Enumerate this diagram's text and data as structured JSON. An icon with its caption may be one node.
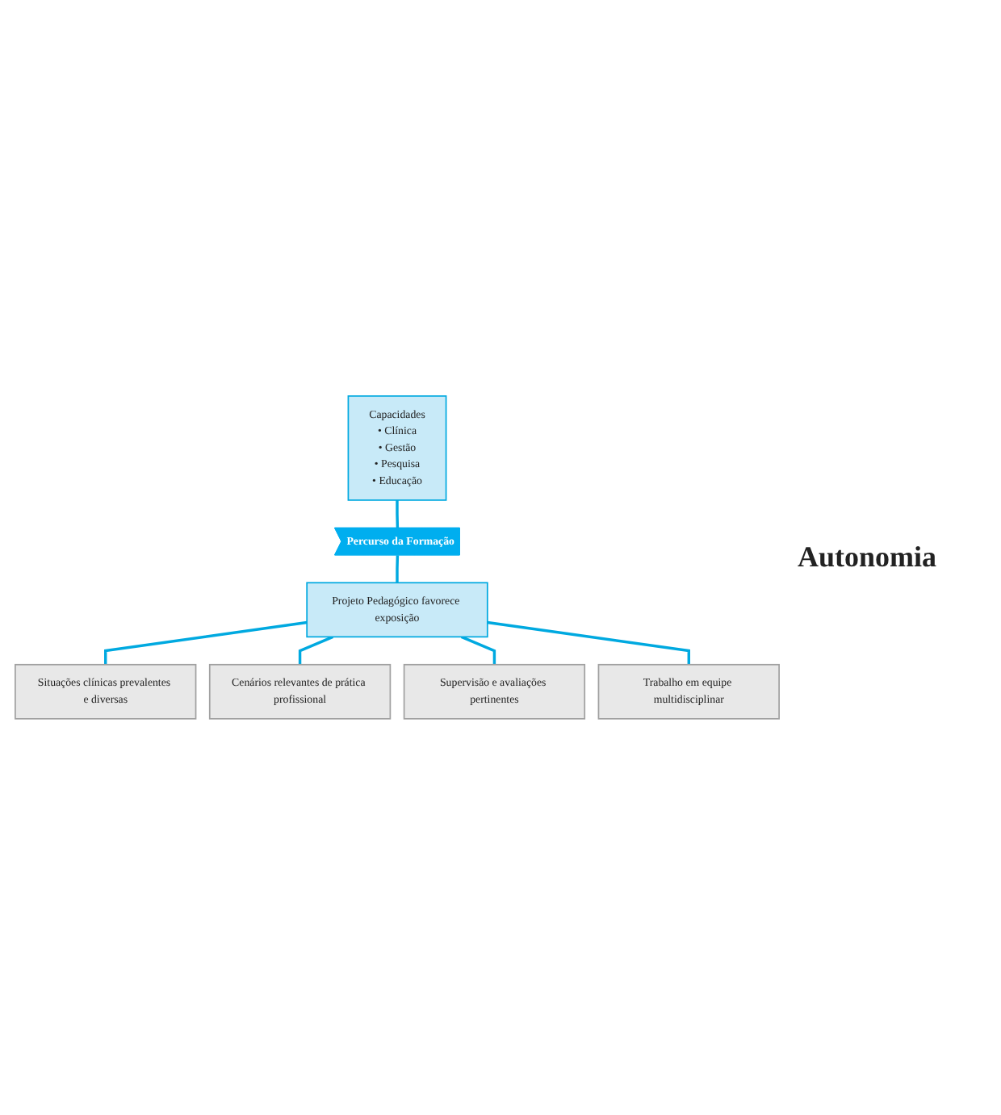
{
  "diagram": {
    "nodes": [
      {
        "text": [
          "Capacidades",
          "• Clínica",
          "• Gestão",
          "• Pesquisa",
          "• Educação"
        ]
      },
      {
        "text": [
          "Percurso da Formação"
        ]
      },
      {
        "text": [
          "Projeto Pedagógico favorece exposição"
        ]
      },
      {
        "text": [
          "Situações clínicas prevalentes e diversas"
        ]
      },
      {
        "text": [
          "Cenários relevantes de prática profissional"
        ]
      },
      {
        "text": [
          "Supervisão e avaliações pertinentes"
        ]
      },
      {
        "text": [
          "Trabalho em equipe multidisciplinar"
        ]
      }
    ],
    "edges": [
      {
        "from": 0,
        "to": 1,
        "arrow": "none"
      },
      {
        "from": 1,
        "to": 2,
        "arrow": "none"
      },
      {
        "from": 2,
        "to": 3,
        "arrow": "none"
      },
      {
        "from": 2,
        "to": 4,
        "arrow": "none"
      },
      {
        "from": 2,
        "to": 5,
        "arrow": "none"
      },
      {
        "from": 2,
        "to": 6,
        "arrow": "none"
      }
    ],
    "labels": [
      "Autonomia"
    ]
  }
}
